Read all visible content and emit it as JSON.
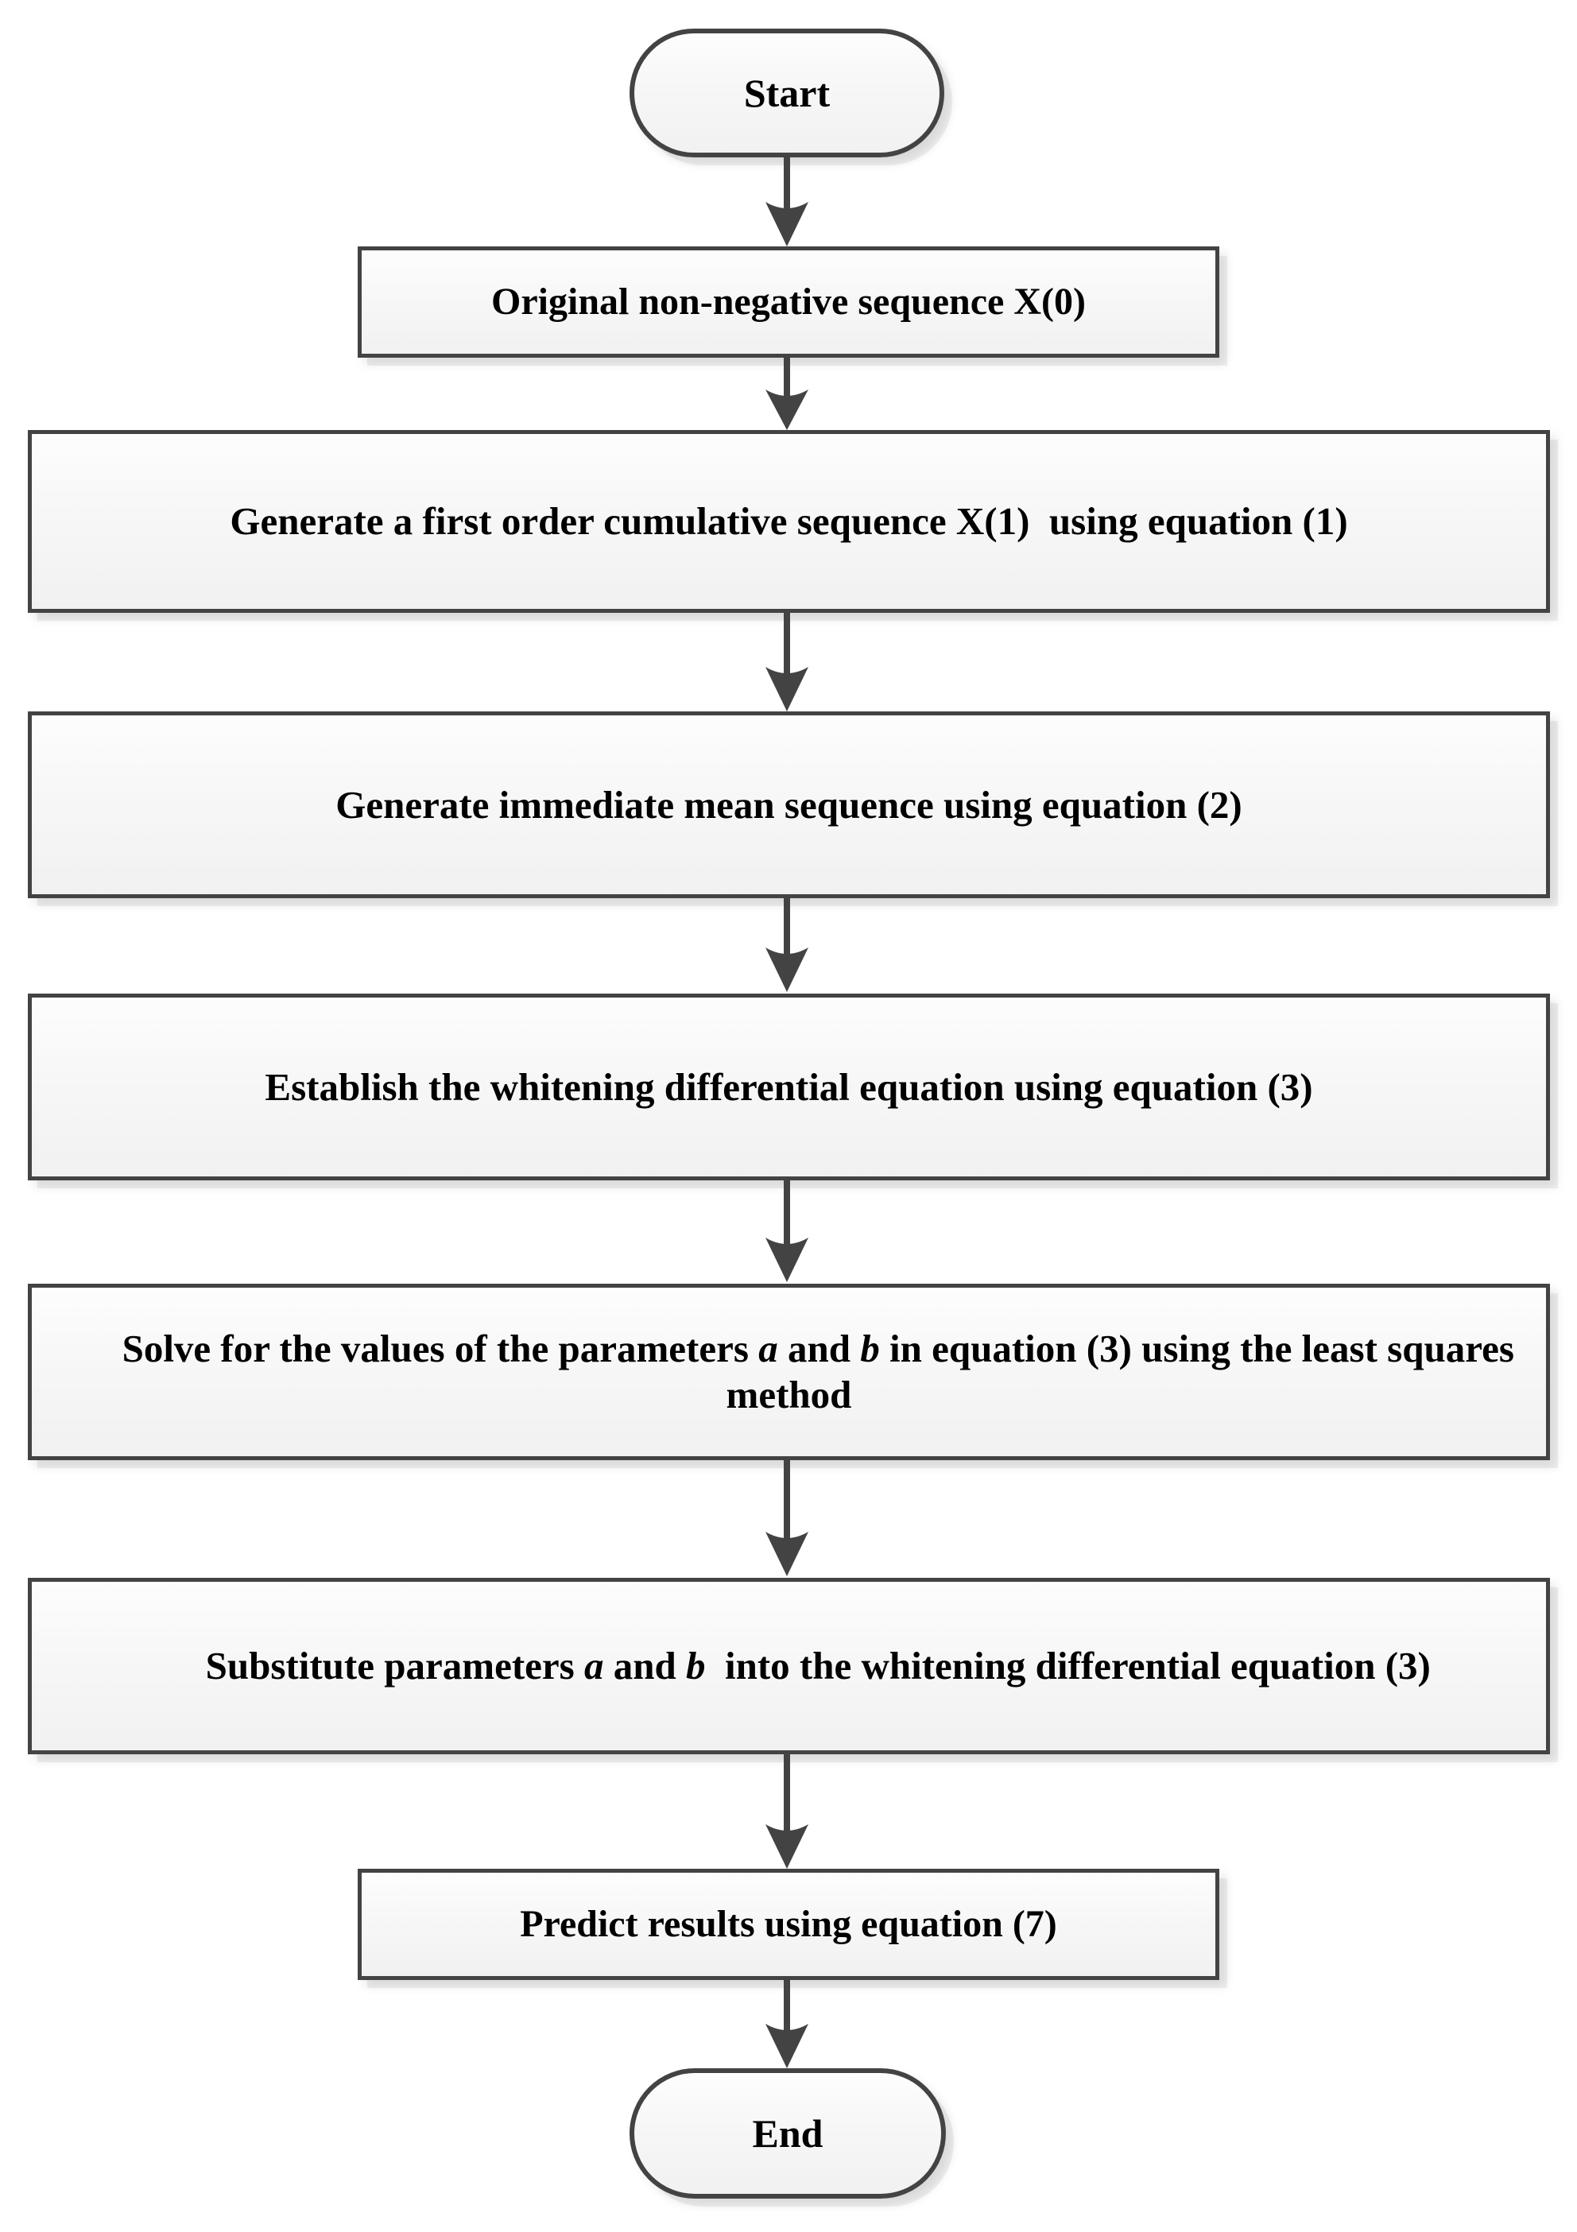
{
  "diagram": {
    "title": "Grey model GM(1,1) prediction procedure flowchart",
    "type": "flowchart",
    "orientation": "top-to-bottom",
    "colors": {
      "node_border": "#434343",
      "node_fill_top": "#fdfdfd",
      "node_fill_bottom": "#f1f1f1",
      "arrow": "#434343",
      "text": "#000000",
      "background": "#ffffff"
    }
  },
  "nodes": [
    {
      "id": "start",
      "shape": "terminator",
      "label": "Start"
    },
    {
      "id": "original-sequence",
      "shape": "process",
      "label": "Original non-negative sequence X(0)"
    },
    {
      "id": "cumulative-sequence",
      "shape": "process",
      "label": "Generate a first order cumulative sequence X(1)  using equation (1)"
    },
    {
      "id": "mean-sequence",
      "shape": "process",
      "label": "Generate immediate mean sequence using equation (2)"
    },
    {
      "id": "whitening-equation",
      "shape": "process",
      "label": "Establish the whitening differential equation using equation (3)"
    },
    {
      "id": "solve-parameters",
      "shape": "process",
      "label_parts": [
        {
          "text": "Solve for the values of the parameters ",
          "style": "normal"
        },
        {
          "text": "a",
          "style": "italic"
        },
        {
          "text": " and ",
          "style": "normal"
        },
        {
          "text": "b",
          "style": "italic"
        },
        {
          "text": " in equation (3) using the least squares method",
          "style": "normal"
        }
      ],
      "label": "Solve for the values of the parameters a and b in equation (3) using the least squares method"
    },
    {
      "id": "substitute-parameters",
      "shape": "process",
      "label_parts": [
        {
          "text": "Substitute parameters ",
          "style": "normal"
        },
        {
          "text": "a",
          "style": "italic"
        },
        {
          "text": " and ",
          "style": "normal"
        },
        {
          "text": "b",
          "style": "italic"
        },
        {
          "text": "  into the whitening differential equation (3)",
          "style": "normal"
        }
      ],
      "label": "Substitute parameters a and b  into the whitening differential equation (3)"
    },
    {
      "id": "predict-results",
      "shape": "process",
      "label": "Predict results using equation (7)"
    },
    {
      "id": "end",
      "shape": "terminator",
      "label": "End"
    }
  ],
  "edges": [
    {
      "id": "edge-start-to-original",
      "from": "start",
      "to": "original-sequence",
      "arrow": "down",
      "label": ""
    },
    {
      "id": "edge-original-to-cumulative",
      "from": "original-sequence",
      "to": "cumulative-sequence",
      "arrow": "down",
      "label": ""
    },
    {
      "id": "edge-cumulative-to-mean",
      "from": "cumulative-sequence",
      "to": "mean-sequence",
      "arrow": "down",
      "label": ""
    },
    {
      "id": "edge-mean-to-whitening",
      "from": "mean-sequence",
      "to": "whitening-equation",
      "arrow": "down",
      "label": ""
    },
    {
      "id": "edge-whitening-to-solve",
      "from": "whitening-equation",
      "to": "solve-parameters",
      "arrow": "down",
      "label": ""
    },
    {
      "id": "edge-solve-to-substitute",
      "from": "solve-parameters",
      "to": "substitute-parameters",
      "arrow": "down",
      "label": ""
    },
    {
      "id": "edge-substitute-to-predict",
      "from": "substitute-parameters",
      "to": "predict-results",
      "arrow": "down",
      "label": ""
    },
    {
      "id": "edge-predict-to-end",
      "from": "predict-results",
      "to": "end",
      "arrow": "down",
      "label": ""
    }
  ]
}
